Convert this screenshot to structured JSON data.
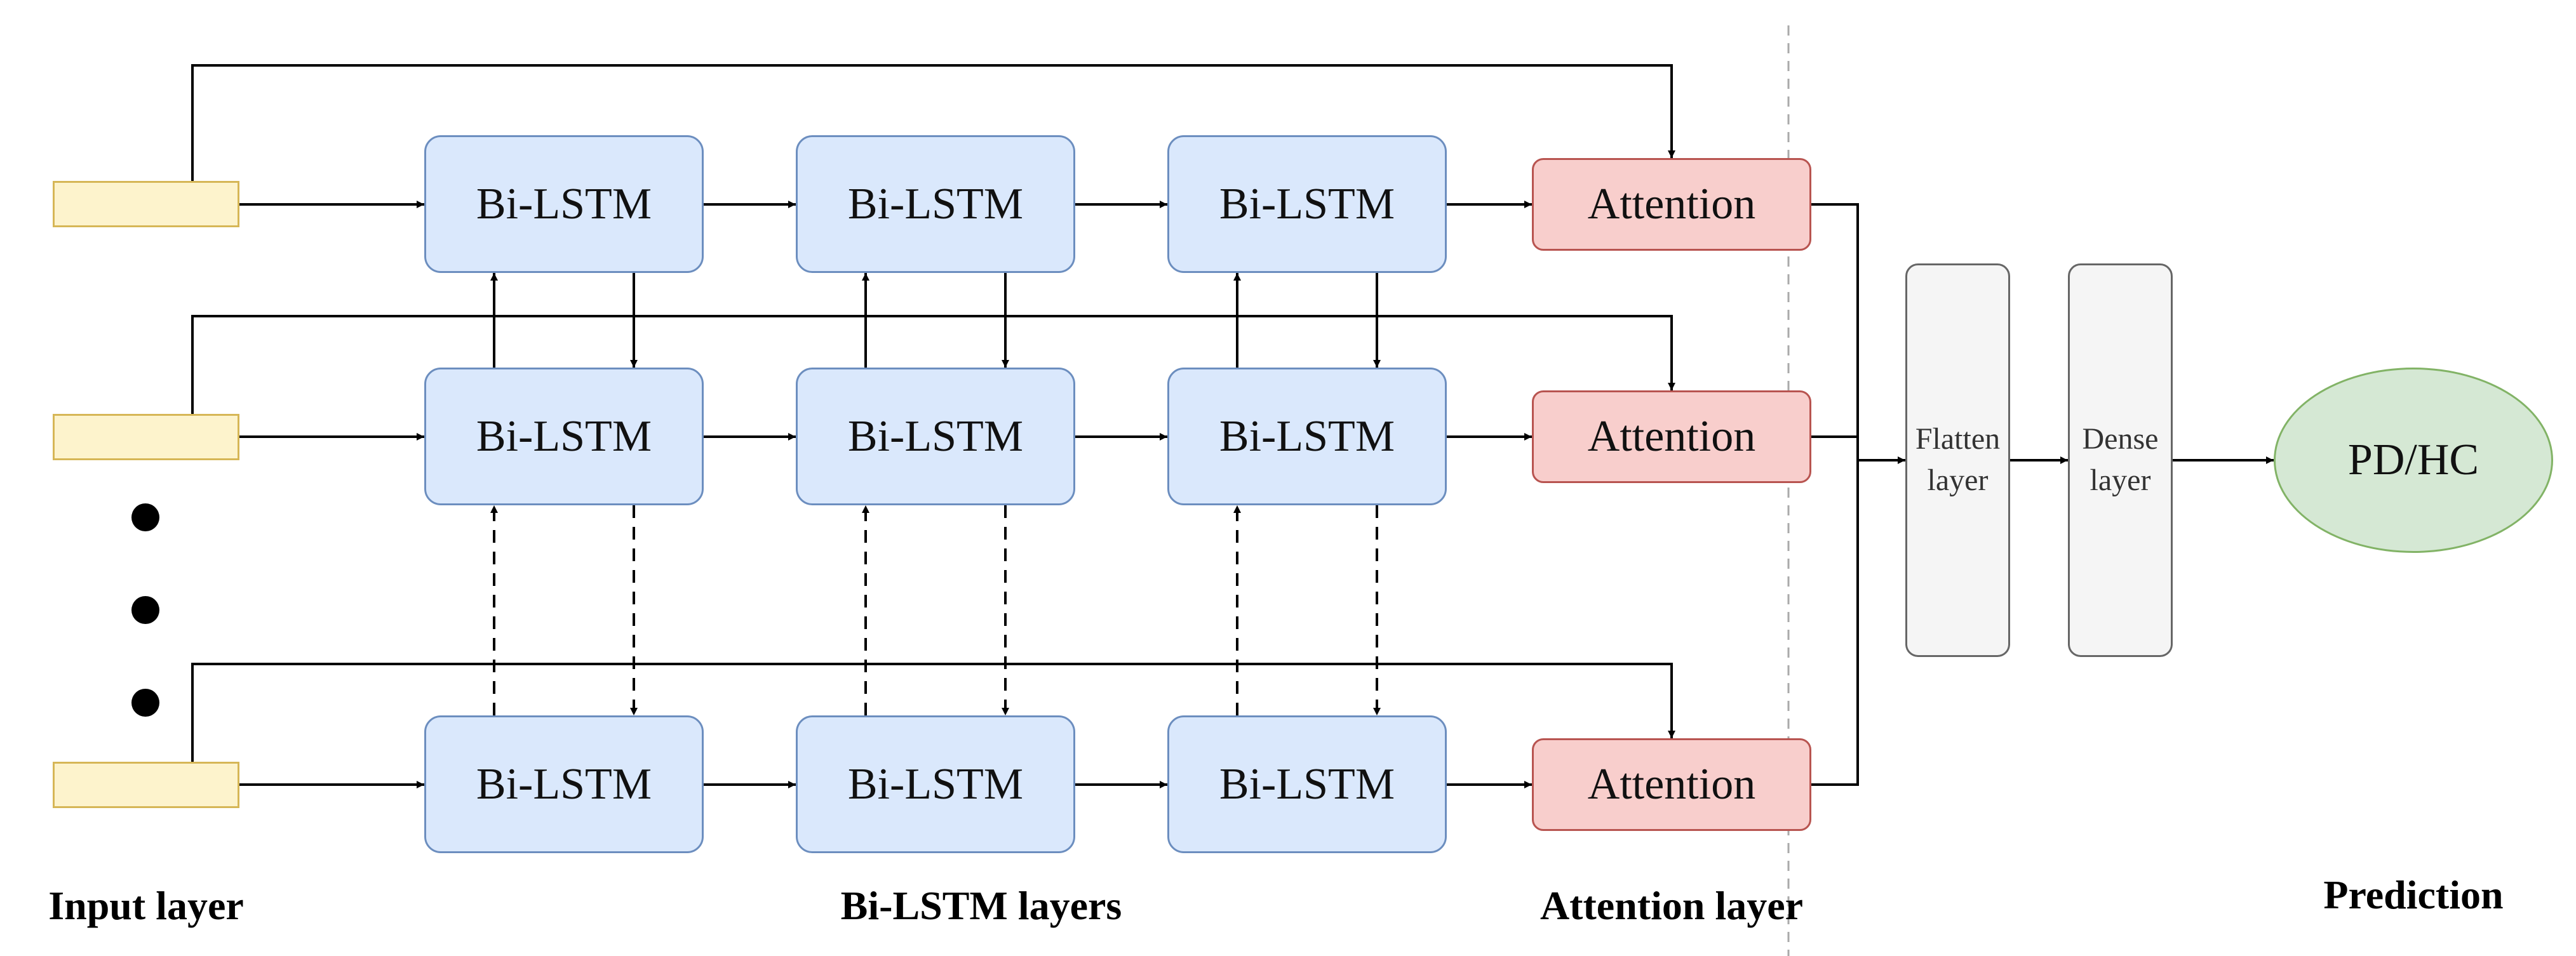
{
  "rows": [
    {
      "lstm": [
        "Bi-LSTM",
        "Bi-LSTM",
        "Bi-LSTM"
      ],
      "attention": "Attention"
    },
    {
      "lstm": [
        "Bi-LSTM",
        "Bi-LSTM",
        "Bi-LSTM"
      ],
      "attention": "Attention"
    },
    {
      "lstm": [
        "Bi-LSTM",
        "Bi-LSTM",
        "Bi-LSTM"
      ],
      "attention": "Attention"
    }
  ],
  "flatten_layer": "Flatten layer",
  "dense_layer": "Dense layer",
  "output": "PD/HC",
  "section_labels": {
    "input": "Input layer",
    "lstm": "Bi-LSTM layers",
    "attention": "Attention layer",
    "prediction": "Prediction"
  },
  "colors": {
    "input_fill": "#fdf3cc",
    "input_border": "#d6b656",
    "lstm_fill": "#dae8fc",
    "lstm_border": "#6c8ebf",
    "attention_fill": "#f8cecc",
    "attention_border": "#b85450",
    "layer_fill": "#f5f5f5",
    "layer_border": "#666666",
    "output_fill": "#d5e8d4",
    "output_border": "#82b366"
  }
}
